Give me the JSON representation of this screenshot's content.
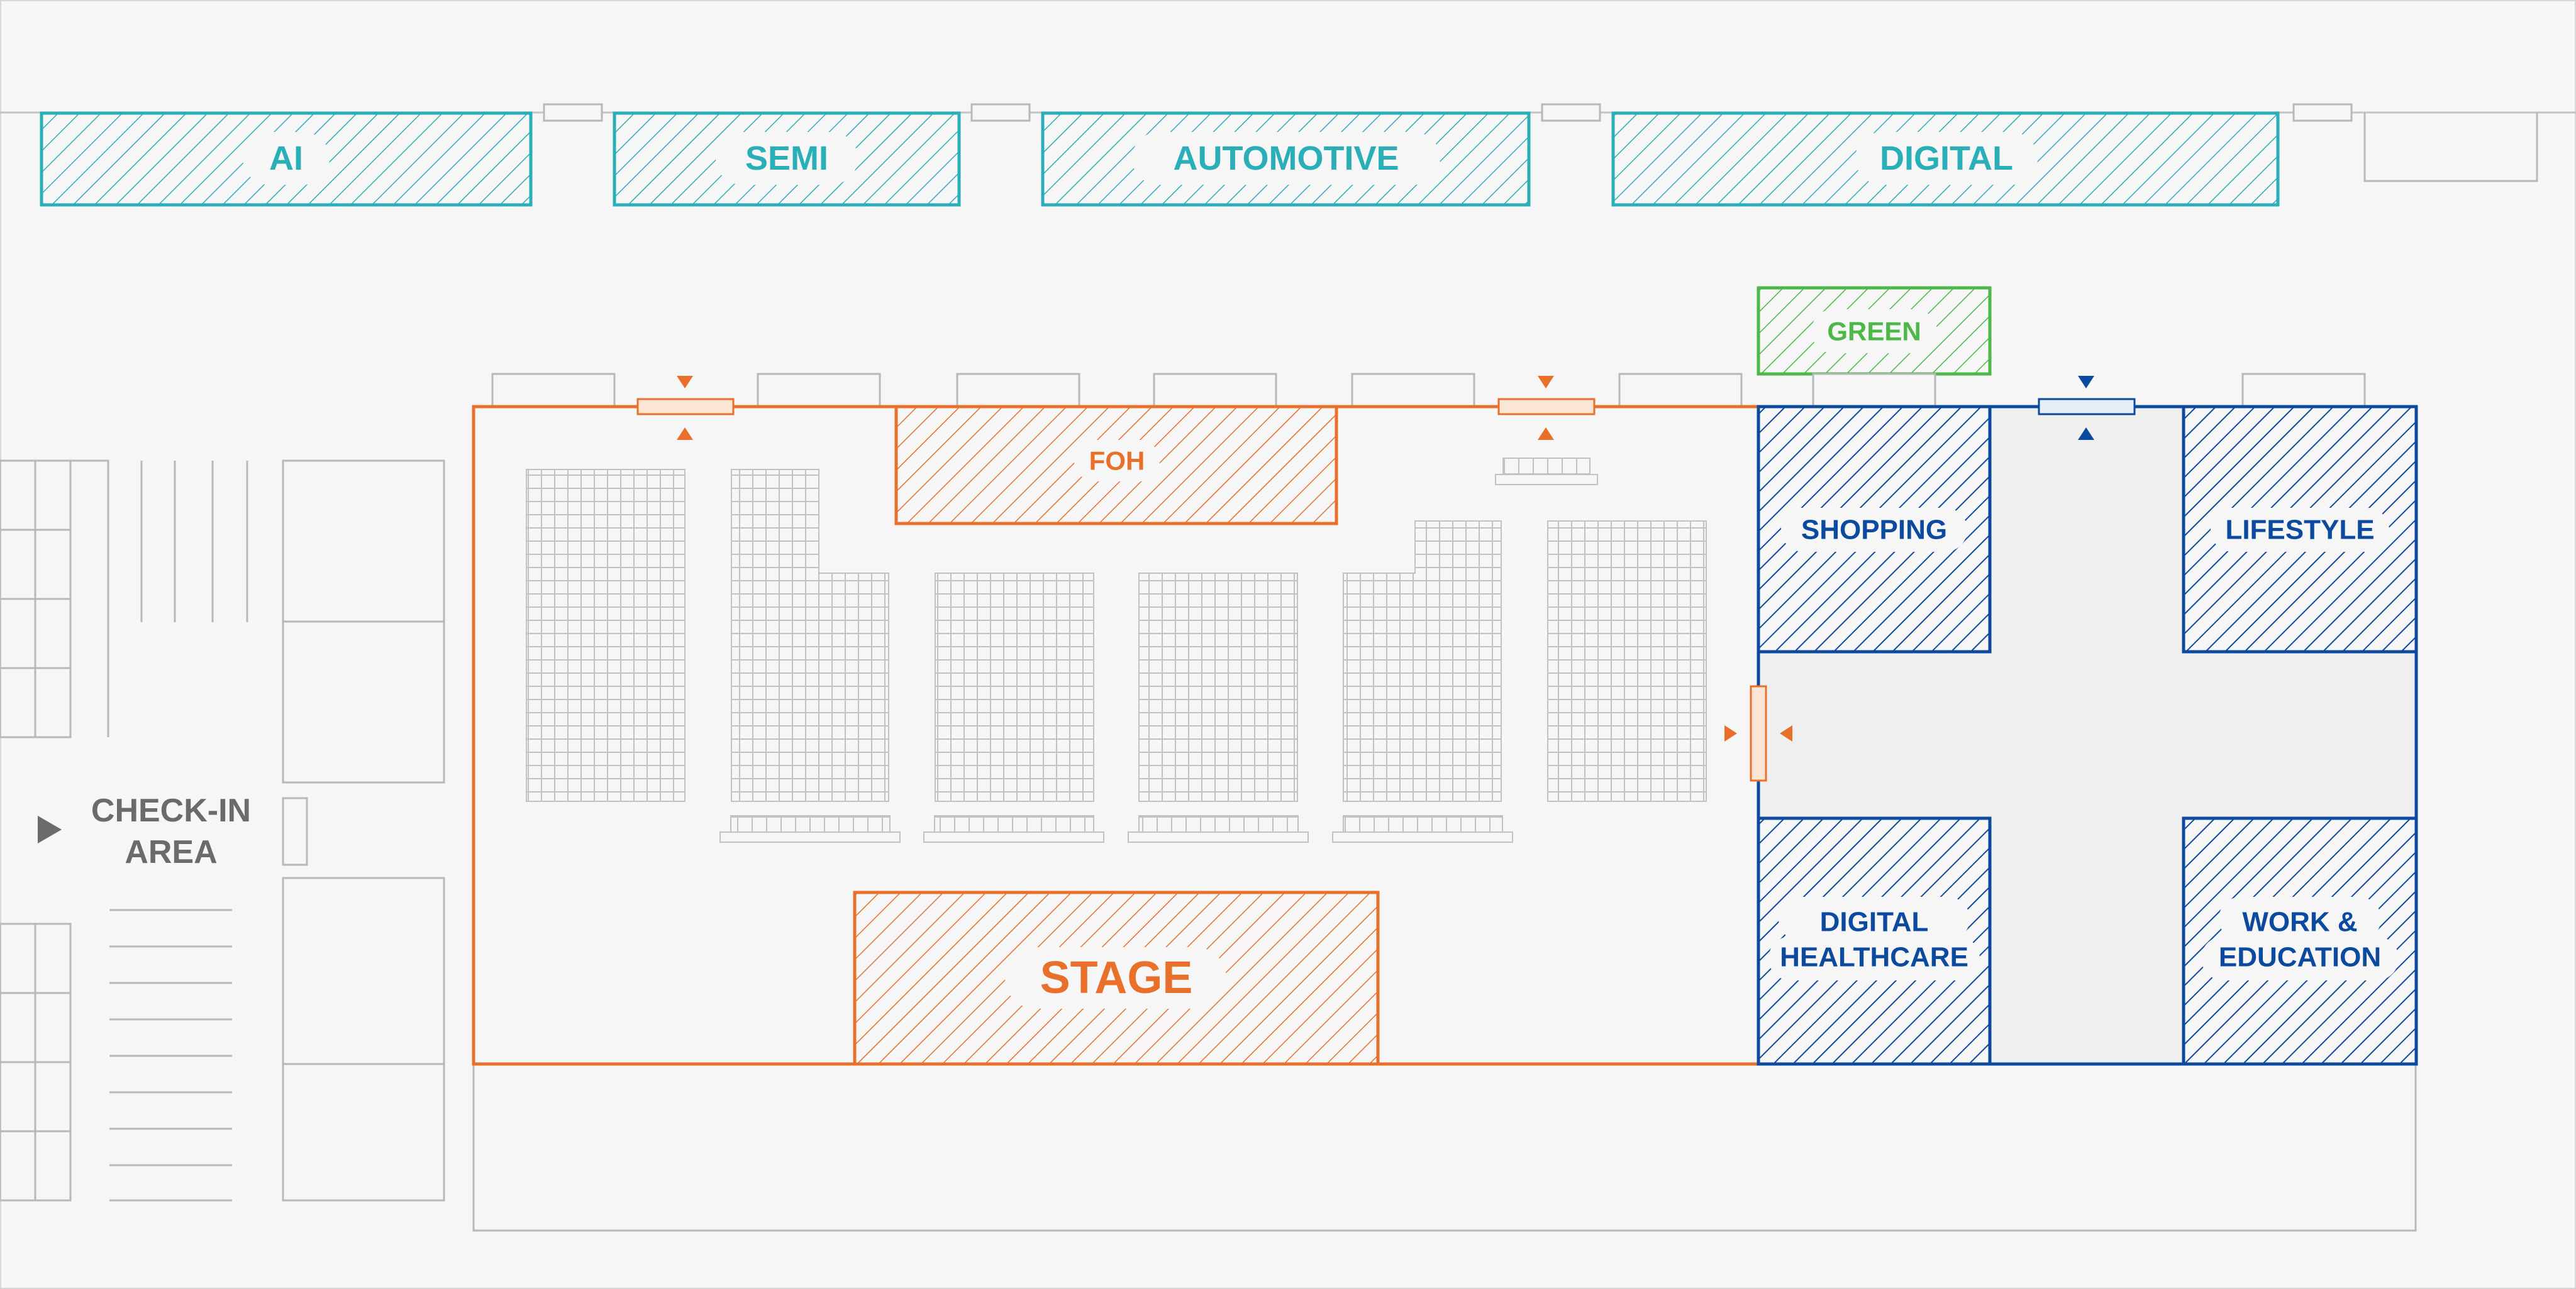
{
  "colors": {
    "background": "#f6f6f6",
    "outline_gray": "#b8b8b8",
    "teal": "#2aafb9",
    "orange": "#e8702a",
    "green": "#4db848",
    "blue": "#0b4a9e",
    "label_bubble": "#f6f6f6",
    "check_in_text": "#6b6b6b",
    "blue_zone_floor": "#efefef"
  },
  "top_zones": {
    "ai": "AI",
    "semi": "SEMI",
    "automotive": "AUTOMOTIVE",
    "digital": "DIGITAL"
  },
  "green_zone": "GREEN",
  "theater": {
    "foh": "FOH",
    "stage": "STAGE"
  },
  "blue_zones": {
    "shopping": "SHOPPING",
    "lifestyle": "LIFESTYLE",
    "digital_healthcare_line1": "DIGITAL",
    "digital_healthcare_line2": "HEALTHCARE",
    "work_education_line1": "WORK &",
    "work_education_line2": "EDUCATION"
  },
  "check_in": {
    "line1": "CHECK-IN",
    "line2": "AREA",
    "arrow_icon": "play-triangle-icon"
  },
  "icons": {
    "entrance_marker": "door-arrows-icon",
    "seating_block": "seat-grid"
  }
}
